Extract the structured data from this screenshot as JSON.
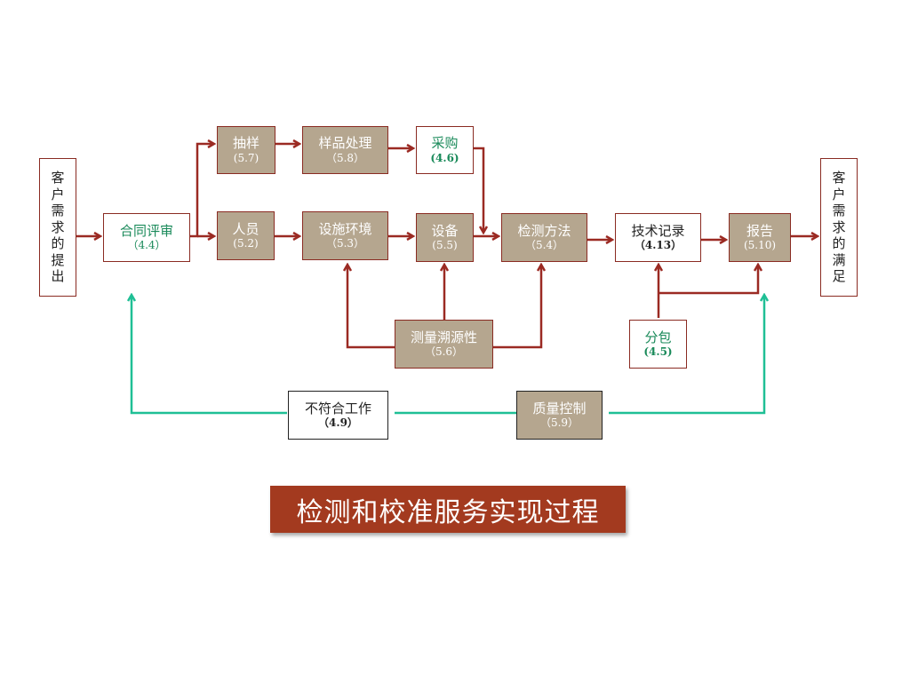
{
  "left_side": [
    "客",
    "户",
    "需",
    "求",
    "的",
    "提",
    "出"
  ],
  "right_side": [
    "客",
    "户",
    "需",
    "求",
    "的",
    "满",
    "足"
  ],
  "boxes": {
    "contract": {
      "label": "合同评审",
      "code": "（4.4）"
    },
    "sampling": {
      "label": "抽样",
      "code": "(5.7)"
    },
    "sample_handling": {
      "label": "样品处理",
      "code": "（5.8）"
    },
    "purchasing": {
      "label": "采购",
      "code": "(4.6)"
    },
    "personnel": {
      "label": "人员",
      "code": "(5.2)"
    },
    "facilities": {
      "label": "设施环境",
      "code": "（5.3）"
    },
    "equipment": {
      "label": "设备",
      "code": "(5.5)"
    },
    "methods": {
      "label": "检测方法",
      "code": "（5.4）"
    },
    "records": {
      "label": "技术记录",
      "code": "（4.13）"
    },
    "report": {
      "label": "报告",
      "code": "(5.10)"
    },
    "traceability": {
      "label": "测量溯源性",
      "code": "（5.6）"
    },
    "subcontract": {
      "label": "分包",
      "code": "(4.5)"
    },
    "nonconforming": {
      "label": "不符合工作",
      "code": "（4.9）"
    },
    "quality_control": {
      "label": "质量控制",
      "code": "（5.9）"
    }
  },
  "title": "检测和校准服务实现过程",
  "colors": {
    "arrow_red": "#9b2a23",
    "arrow_green": "#1fbf95",
    "box_tan": "#b5a68f",
    "title_bg": "#a33a1f"
  }
}
